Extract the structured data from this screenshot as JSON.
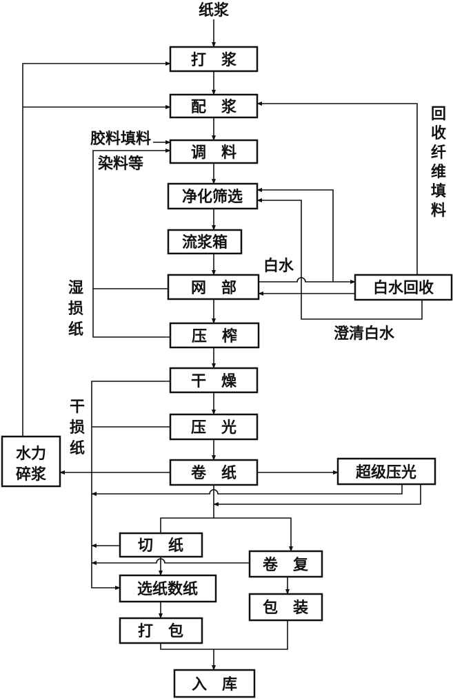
{
  "title": "纸浆",
  "steps": {
    "beating": "打　浆",
    "blending": "配　浆",
    "sizing": "调　料",
    "cleaning": "净化筛选",
    "headbox": "流浆箱",
    "wire": "网　部",
    "press": "压　榨",
    "drying": "干　燥",
    "calender": "压　光",
    "reel": "卷　纸",
    "supercalender": "超级压光",
    "pulper": [
      "水力",
      "碎浆"
    ],
    "cutting": "切　纸",
    "rewind": "卷　复",
    "sorting": "选纸数纸",
    "packing": "包　装",
    "baling": "打　包",
    "storage": "入　库",
    "whitewater_recovery": "白水回收"
  },
  "labels": {
    "additives_1": "胶料填料",
    "additives_2": "染料等",
    "white_water": "白水",
    "clarified_white_water": "澄清白水",
    "recovered_fiber": [
      "回",
      "收",
      "纤",
      "维",
      "填",
      "料"
    ],
    "wet_broke": [
      "湿",
      "损",
      "纸"
    ],
    "dry_broke": [
      "干",
      "损",
      "纸"
    ]
  }
}
